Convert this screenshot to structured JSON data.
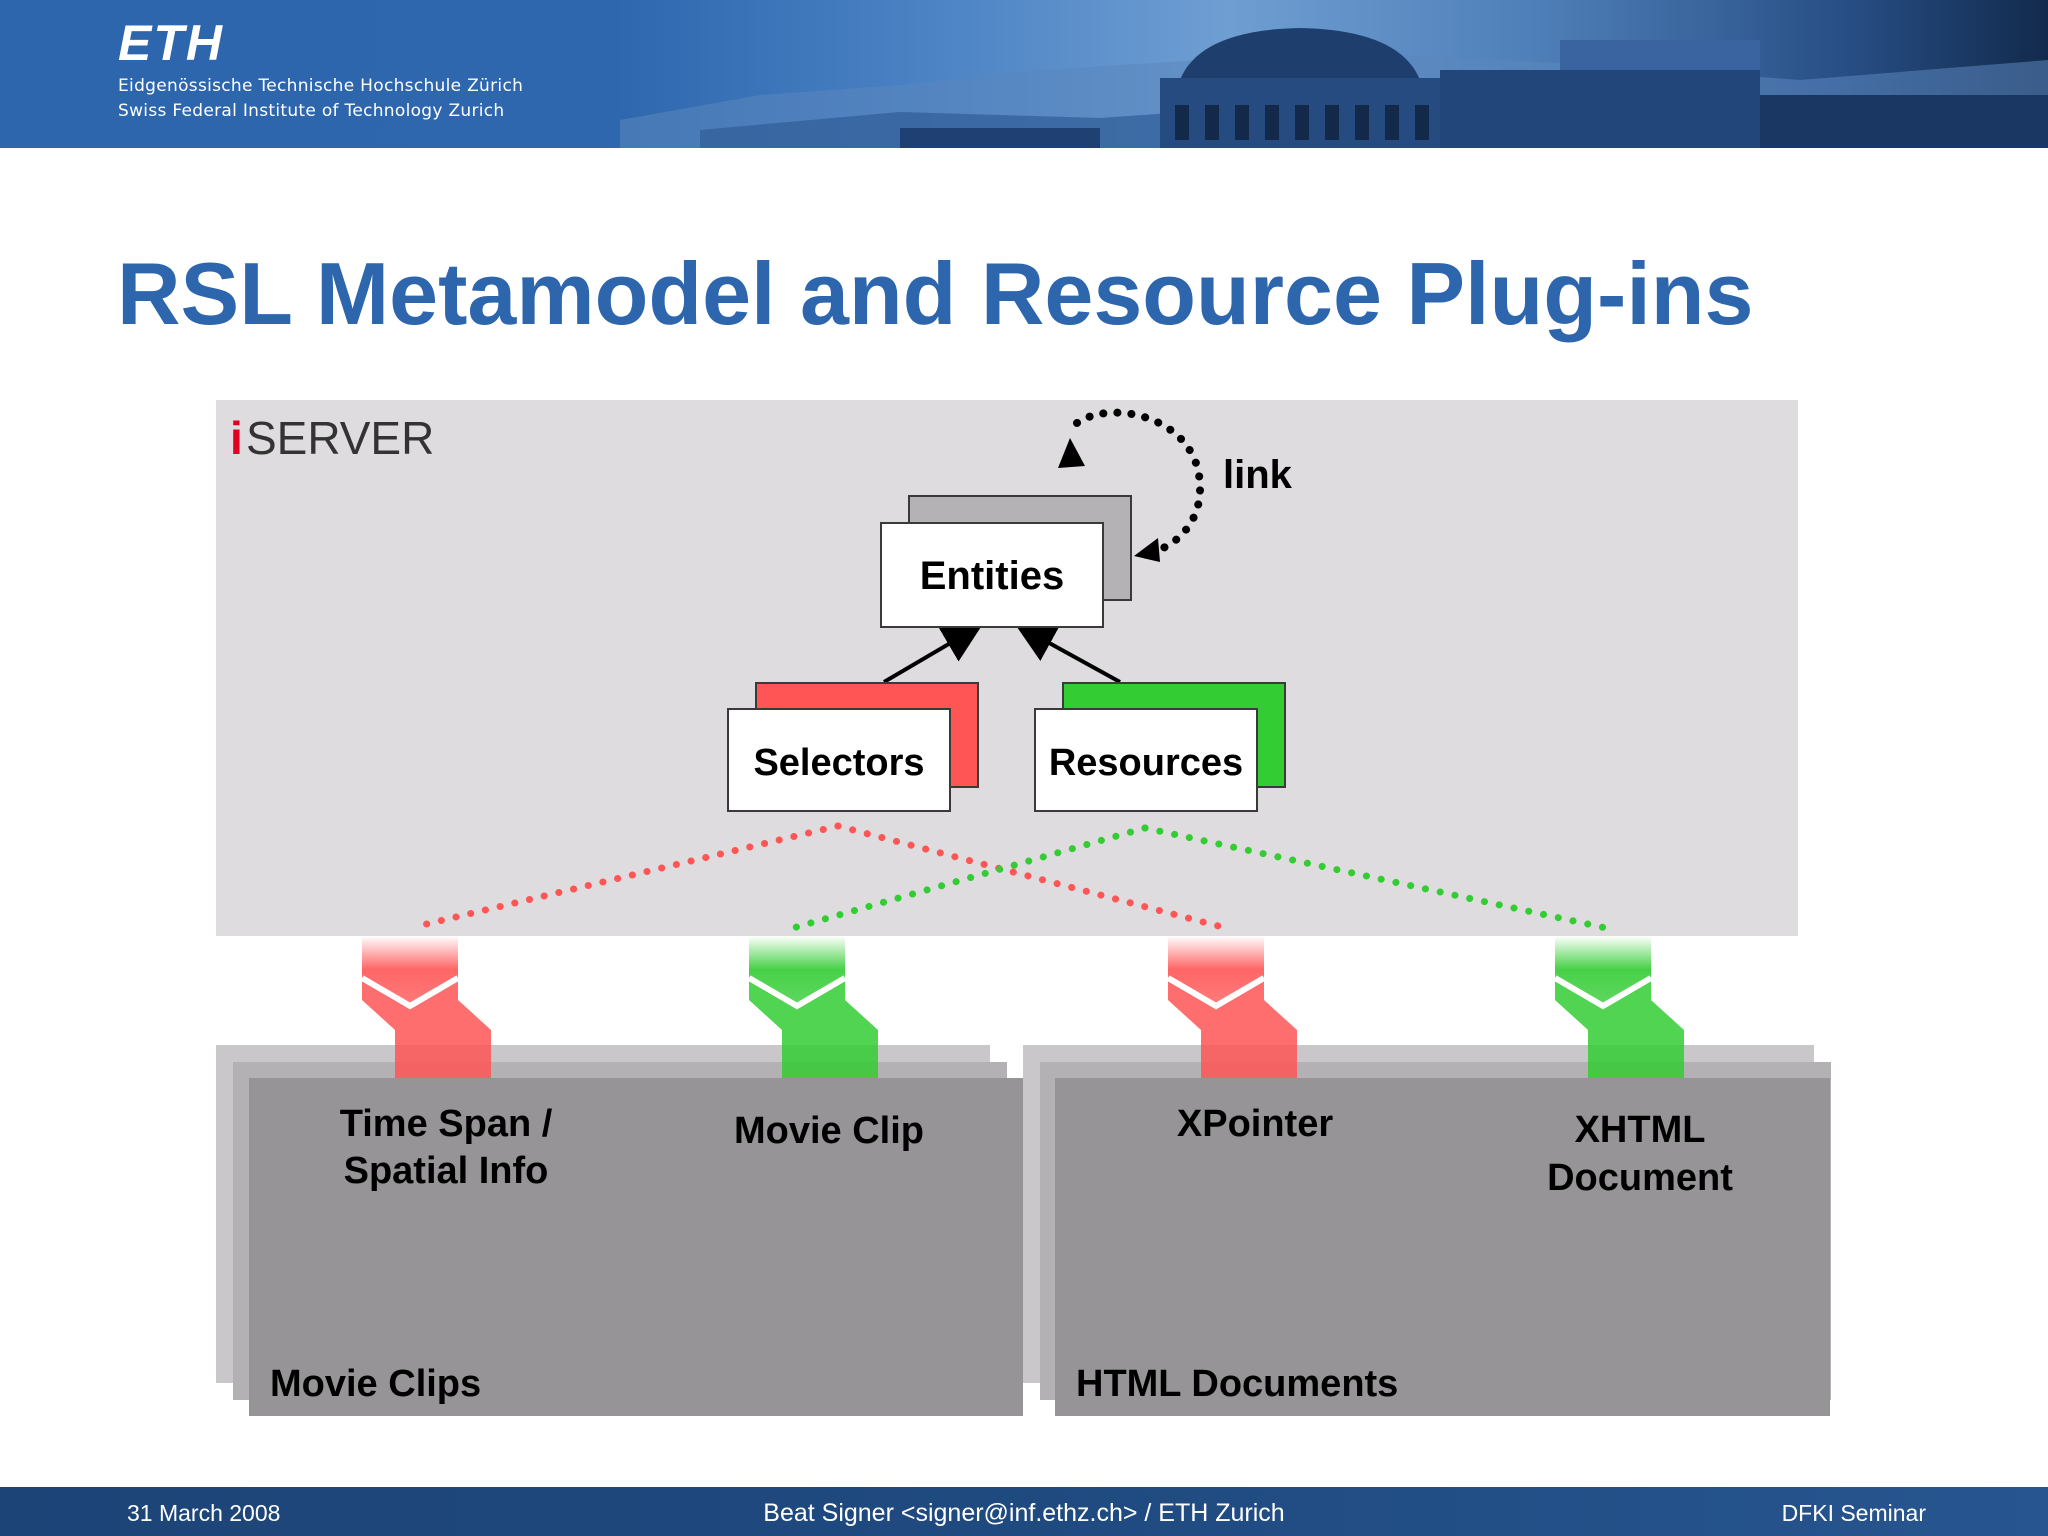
{
  "header": {
    "logo": "ETH",
    "subtitle_line1": "Eidgenössische Technische Hochschule Zürich",
    "subtitle_line2": "Swiss Federal Institute of Technology Zurich"
  },
  "slide": {
    "title": "RSL Metamodel and Resource Plug-ins"
  },
  "diagram": {
    "server_logo": {
      "accent": "i",
      "rest": "SERVER"
    },
    "link_label": "link",
    "entities_label": "Entities",
    "selectors_label": "Selectors",
    "resources_label": "Resources",
    "plugins": [
      {
        "name": "Movie Clips",
        "items": [
          {
            "lines": [
              "Time Span /",
              "Spatial Info"
            ],
            "kind": "selector"
          },
          {
            "lines": [
              "Movie Clip"
            ],
            "kind": "resource"
          }
        ]
      },
      {
        "name": "HTML Documents",
        "items": [
          {
            "lines": [
              "XPointer"
            ],
            "kind": "selector"
          },
          {
            "lines": [
              "XHTML",
              "Document"
            ],
            "kind": "resource"
          }
        ]
      }
    ],
    "colors": {
      "selector": "#ff5555",
      "resource": "#33cc33",
      "server_bg": "#dedcde",
      "plugin_bg": "#969496"
    }
  },
  "footer": {
    "date": "31 March 2008",
    "author": "Beat Signer <signer@inf.ethz.ch> / ETH Zurich",
    "event": "DFKI Seminar"
  }
}
